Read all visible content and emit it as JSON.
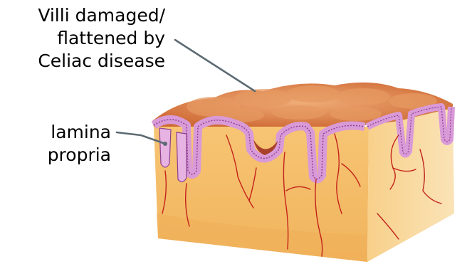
{
  "labels": {
    "villi": {
      "line1": "Villi damaged/",
      "line2": "flattened by",
      "line3": "Celiac disease"
    },
    "lamina": {
      "line1": "lamina",
      "line2": "propria"
    }
  },
  "colors": {
    "tissue_top": "#e49355",
    "tissue_top_dark": "#c8612e",
    "side_front": "#f6c36c",
    "side_right": "#f8d59b",
    "epithelium": "#d99ad8",
    "epithelium_line": "#8c3f8f",
    "vessel": "#c3221b",
    "leader_line": "#5c6a73"
  }
}
